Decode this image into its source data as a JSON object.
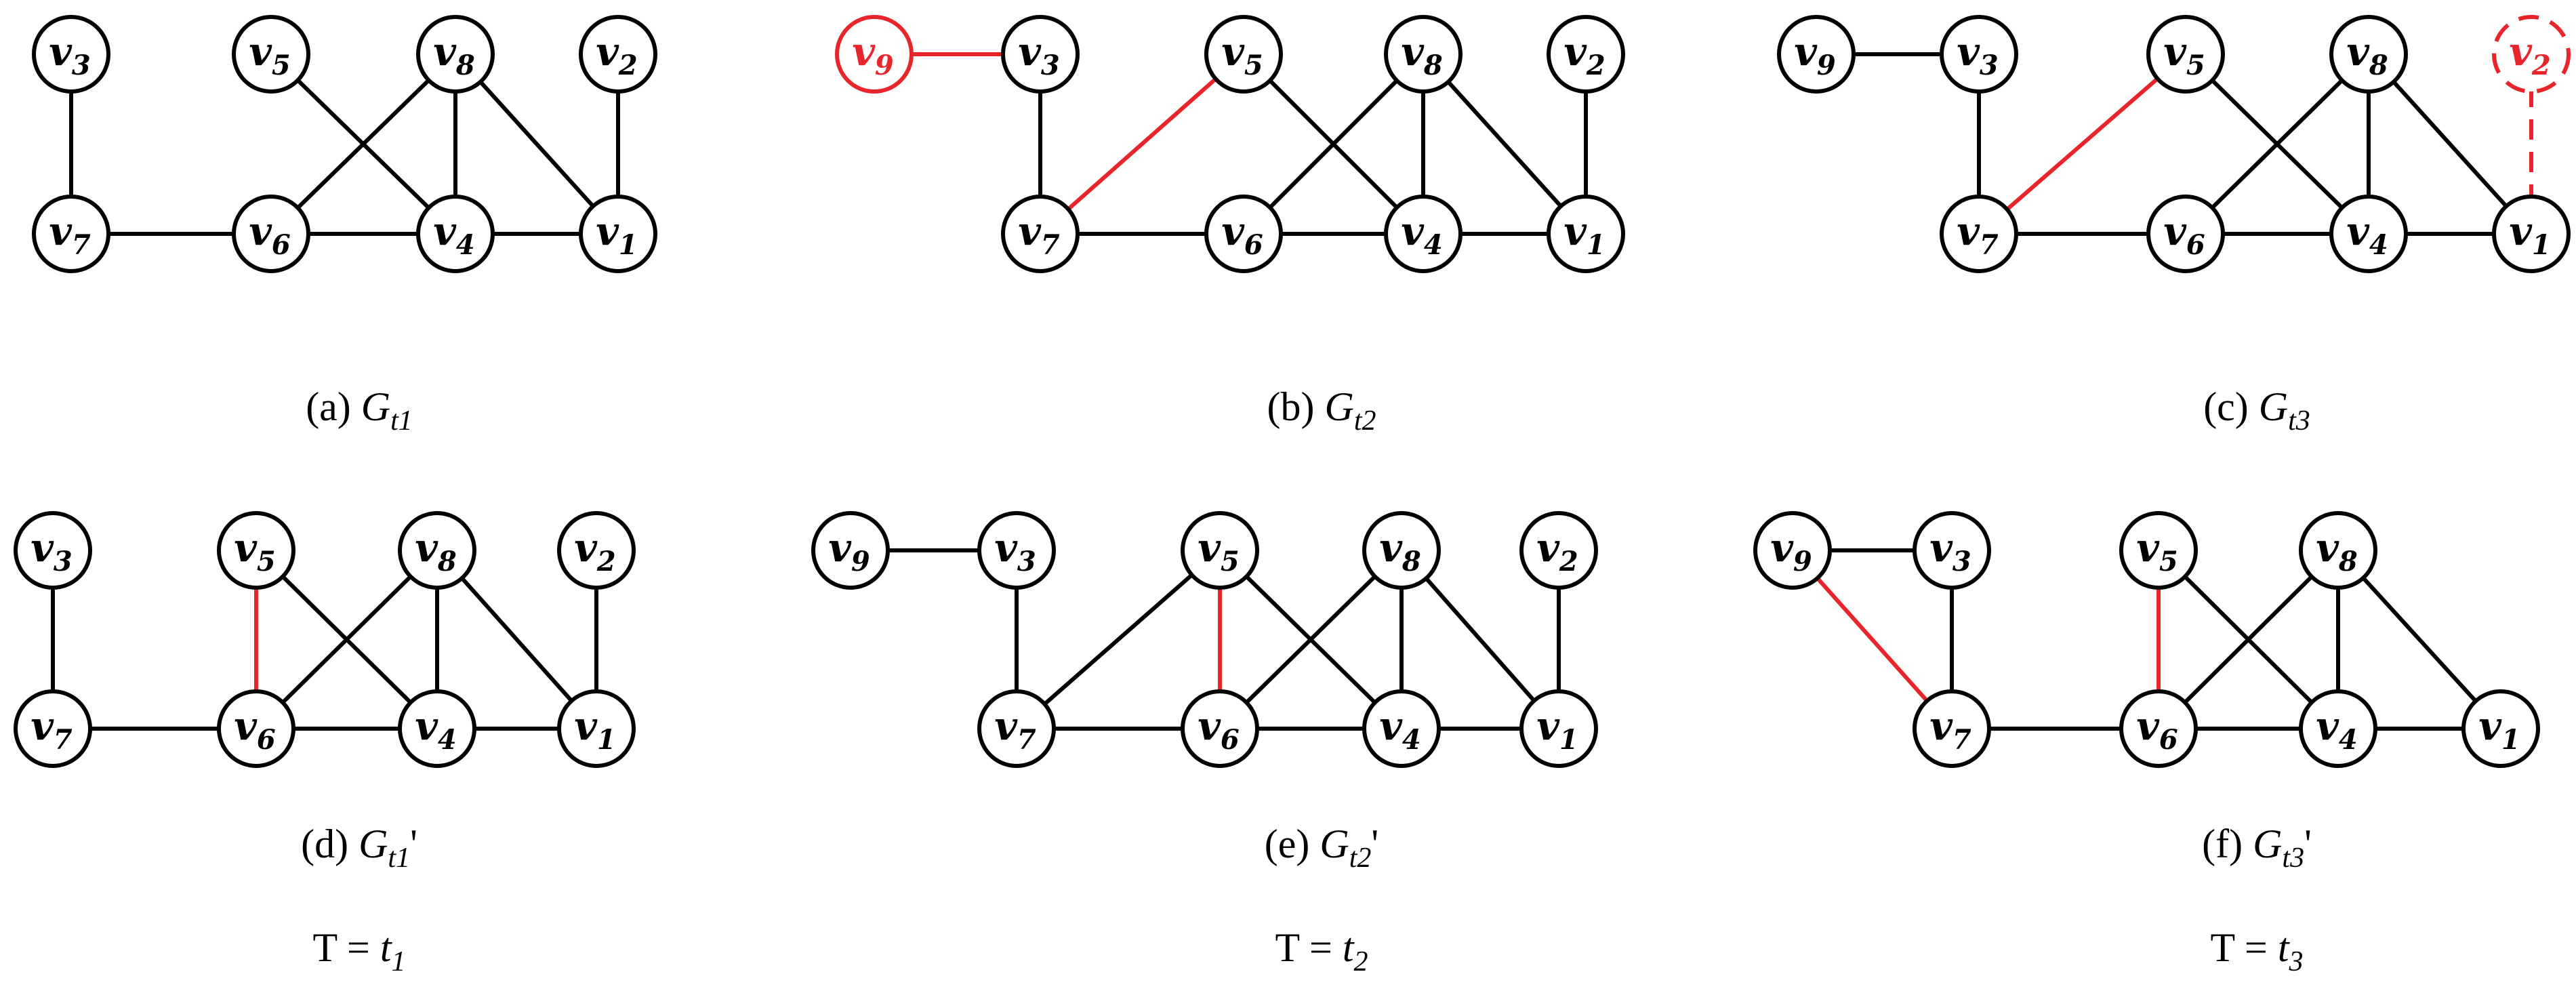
{
  "colors": {
    "default": "#000000",
    "highlight": "#e8252b",
    "background": "#ffffff"
  },
  "panels": [
    {
      "id": "a",
      "caption": {
        "prefix": "(a) ",
        "symbol": "G",
        "sub": "t1",
        "suffix": ""
      },
      "nodes": [
        {
          "id": "v3",
          "label": "v",
          "sub": "3"
        },
        {
          "id": "v5",
          "label": "v",
          "sub": "5"
        },
        {
          "id": "v8",
          "label": "v",
          "sub": "8"
        },
        {
          "id": "v2",
          "label": "v",
          "sub": "2"
        },
        {
          "id": "v7",
          "label": "v",
          "sub": "7"
        },
        {
          "id": "v6",
          "label": "v",
          "sub": "6"
        },
        {
          "id": "v4",
          "label": "v",
          "sub": "4"
        },
        {
          "id": "v1",
          "label": "v",
          "sub": "1"
        }
      ],
      "edges": [
        {
          "from": "v3",
          "to": "v7"
        },
        {
          "from": "v7",
          "to": "v6"
        },
        {
          "from": "v6",
          "to": "v4"
        },
        {
          "from": "v4",
          "to": "v1"
        },
        {
          "from": "v5",
          "to": "v4"
        },
        {
          "from": "v8",
          "to": "v6"
        },
        {
          "from": "v8",
          "to": "v4"
        },
        {
          "from": "v8",
          "to": "v1"
        },
        {
          "from": "v2",
          "to": "v1"
        }
      ]
    },
    {
      "id": "b",
      "caption": {
        "prefix": "(b) ",
        "symbol": "G",
        "sub": "t2",
        "suffix": ""
      },
      "nodes": [
        {
          "id": "v9",
          "label": "v",
          "sub": "9",
          "highlight": true
        },
        {
          "id": "v3",
          "label": "v",
          "sub": "3"
        },
        {
          "id": "v5",
          "label": "v",
          "sub": "5"
        },
        {
          "id": "v8",
          "label": "v",
          "sub": "8"
        },
        {
          "id": "v2",
          "label": "v",
          "sub": "2"
        },
        {
          "id": "v7",
          "label": "v",
          "sub": "7"
        },
        {
          "id": "v6",
          "label": "v",
          "sub": "6"
        },
        {
          "id": "v4",
          "label": "v",
          "sub": "4"
        },
        {
          "id": "v1",
          "label": "v",
          "sub": "1"
        }
      ],
      "edges": [
        {
          "from": "v9",
          "to": "v3",
          "highlight": true
        },
        {
          "from": "v3",
          "to": "v7"
        },
        {
          "from": "v5",
          "to": "v7",
          "highlight": true
        },
        {
          "from": "v7",
          "to": "v6"
        },
        {
          "from": "v6",
          "to": "v4"
        },
        {
          "from": "v4",
          "to": "v1"
        },
        {
          "from": "v5",
          "to": "v4"
        },
        {
          "from": "v8",
          "to": "v6"
        },
        {
          "from": "v8",
          "to": "v4"
        },
        {
          "from": "v8",
          "to": "v1"
        },
        {
          "from": "v2",
          "to": "v1"
        }
      ]
    },
    {
      "id": "c",
      "caption": {
        "prefix": "(c) ",
        "symbol": "G",
        "sub": "t3",
        "suffix": ""
      },
      "nodes": [
        {
          "id": "v9",
          "label": "v",
          "sub": "9"
        },
        {
          "id": "v3",
          "label": "v",
          "sub": "3"
        },
        {
          "id": "v5",
          "label": "v",
          "sub": "5"
        },
        {
          "id": "v8",
          "label": "v",
          "sub": "8"
        },
        {
          "id": "v2",
          "label": "v",
          "sub": "2",
          "highlight": true,
          "dashed": true
        },
        {
          "id": "v7",
          "label": "v",
          "sub": "7"
        },
        {
          "id": "v6",
          "label": "v",
          "sub": "6"
        },
        {
          "id": "v4",
          "label": "v",
          "sub": "4"
        },
        {
          "id": "v1",
          "label": "v",
          "sub": "1"
        }
      ],
      "edges": [
        {
          "from": "v9",
          "to": "v3"
        },
        {
          "from": "v3",
          "to": "v7"
        },
        {
          "from": "v5",
          "to": "v7",
          "highlight": true
        },
        {
          "from": "v7",
          "to": "v6"
        },
        {
          "from": "v6",
          "to": "v4"
        },
        {
          "from": "v4",
          "to": "v1"
        },
        {
          "from": "v5",
          "to": "v4"
        },
        {
          "from": "v8",
          "to": "v6"
        },
        {
          "from": "v8",
          "to": "v4"
        },
        {
          "from": "v8",
          "to": "v1"
        },
        {
          "from": "v2",
          "to": "v1",
          "highlight": true,
          "dashed": true
        }
      ]
    },
    {
      "id": "d",
      "caption": {
        "prefix": "(d) ",
        "symbol": "G",
        "sub": "t1",
        "suffix": "'"
      },
      "nodes": [
        {
          "id": "v3",
          "label": "v",
          "sub": "3"
        },
        {
          "id": "v5",
          "label": "v",
          "sub": "5"
        },
        {
          "id": "v8",
          "label": "v",
          "sub": "8"
        },
        {
          "id": "v2",
          "label": "v",
          "sub": "2"
        },
        {
          "id": "v7",
          "label": "v",
          "sub": "7"
        },
        {
          "id": "v6",
          "label": "v",
          "sub": "6"
        },
        {
          "id": "v4",
          "label": "v",
          "sub": "4"
        },
        {
          "id": "v1",
          "label": "v",
          "sub": "1"
        }
      ],
      "edges": [
        {
          "from": "v3",
          "to": "v7"
        },
        {
          "from": "v7",
          "to": "v6"
        },
        {
          "from": "v5",
          "to": "v6",
          "highlight": true
        },
        {
          "from": "v6",
          "to": "v4"
        },
        {
          "from": "v4",
          "to": "v1"
        },
        {
          "from": "v5",
          "to": "v4"
        },
        {
          "from": "v8",
          "to": "v6"
        },
        {
          "from": "v8",
          "to": "v4"
        },
        {
          "from": "v8",
          "to": "v1"
        },
        {
          "from": "v2",
          "to": "v1"
        }
      ]
    },
    {
      "id": "e",
      "caption": {
        "prefix": "(e) ",
        "symbol": "G",
        "sub": "t2",
        "suffix": "'"
      },
      "nodes": [
        {
          "id": "v9",
          "label": "v",
          "sub": "9"
        },
        {
          "id": "v3",
          "label": "v",
          "sub": "3"
        },
        {
          "id": "v5",
          "label": "v",
          "sub": "5"
        },
        {
          "id": "v8",
          "label": "v",
          "sub": "8"
        },
        {
          "id": "v2",
          "label": "v",
          "sub": "2"
        },
        {
          "id": "v7",
          "label": "v",
          "sub": "7"
        },
        {
          "id": "v6",
          "label": "v",
          "sub": "6"
        },
        {
          "id": "v4",
          "label": "v",
          "sub": "4"
        },
        {
          "id": "v1",
          "label": "v",
          "sub": "1"
        }
      ],
      "edges": [
        {
          "from": "v9",
          "to": "v3"
        },
        {
          "from": "v3",
          "to": "v7"
        },
        {
          "from": "v5",
          "to": "v7"
        },
        {
          "from": "v5",
          "to": "v6",
          "highlight": true
        },
        {
          "from": "v7",
          "to": "v6"
        },
        {
          "from": "v6",
          "to": "v4"
        },
        {
          "from": "v4",
          "to": "v1"
        },
        {
          "from": "v5",
          "to": "v4"
        },
        {
          "from": "v8",
          "to": "v6"
        },
        {
          "from": "v8",
          "to": "v4"
        },
        {
          "from": "v8",
          "to": "v1"
        },
        {
          "from": "v2",
          "to": "v1"
        }
      ]
    },
    {
      "id": "f",
      "caption": {
        "prefix": "(f) ",
        "symbol": "G",
        "sub": "t3",
        "suffix": "'"
      },
      "nodes": [
        {
          "id": "v9",
          "label": "v",
          "sub": "9"
        },
        {
          "id": "v3",
          "label": "v",
          "sub": "3"
        },
        {
          "id": "v5",
          "label": "v",
          "sub": "5"
        },
        {
          "id": "v8",
          "label": "v",
          "sub": "8"
        },
        {
          "id": "v7",
          "label": "v",
          "sub": "7"
        },
        {
          "id": "v6",
          "label": "v",
          "sub": "6"
        },
        {
          "id": "v4",
          "label": "v",
          "sub": "4"
        },
        {
          "id": "v1",
          "label": "v",
          "sub": "1"
        }
      ],
      "edges": [
        {
          "from": "v9",
          "to": "v3"
        },
        {
          "from": "v9",
          "to": "v7",
          "highlight": true
        },
        {
          "from": "v3",
          "to": "v7"
        },
        {
          "from": "v7",
          "to": "v6"
        },
        {
          "from": "v5",
          "to": "v6",
          "highlight": true
        },
        {
          "from": "v6",
          "to": "v4"
        },
        {
          "from": "v4",
          "to": "v1"
        },
        {
          "from": "v5",
          "to": "v4"
        },
        {
          "from": "v8",
          "to": "v6"
        },
        {
          "from": "v8",
          "to": "v4"
        },
        {
          "from": "v8",
          "to": "v1"
        }
      ]
    }
  ],
  "time_labels": [
    {
      "prefix": "T = ",
      "var": "t",
      "sub": "1"
    },
    {
      "prefix": "T = ",
      "var": "t",
      "sub": "2"
    },
    {
      "prefix": "T = ",
      "var": "t",
      "sub": "3"
    }
  ]
}
